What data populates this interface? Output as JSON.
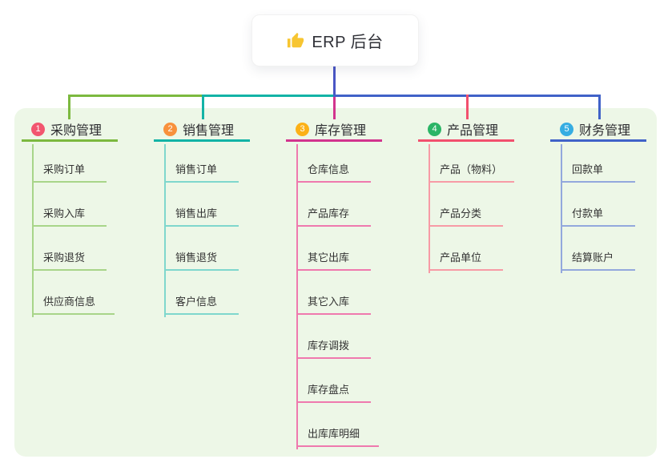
{
  "root": {
    "icon": "thumbs-up-icon",
    "label": "ERP 后台"
  },
  "branches": [
    {
      "badge": "1",
      "label": "采购管理",
      "accent": "#7cb93f",
      "child_accent": "#a8d589",
      "badge_color": "#f2566f",
      "children": [
        "采购订单",
        "采购入库",
        "采购退货",
        "供应商信息"
      ]
    },
    {
      "badge": "2",
      "label": "销售管理",
      "accent": "#13b3a6",
      "child_accent": "#7fd7cd",
      "badge_color": "#f8913c",
      "children": [
        "销售订单",
        "销售出库",
        "销售退货",
        "客户信息"
      ]
    },
    {
      "badge": "3",
      "label": "库存管理",
      "accent": "#d2348e",
      "child_accent": "#ef79ae",
      "badge_color": "#fcb117",
      "children": [
        "仓库信息",
        "产品库存",
        "其它出库",
        "其它入库",
        "库存调拨",
        "库存盘点",
        "出库库明细"
      ]
    },
    {
      "badge": "4",
      "label": "产品管理",
      "accent": "#f2506e",
      "child_accent": "#f79ba6",
      "badge_color": "#2bb566",
      "children": [
        "产品（物料）",
        "产品分类",
        "产品单位"
      ]
    },
    {
      "badge": "5",
      "label": "财务管理",
      "accent": "#4062c8",
      "child_accent": "#93a8dd",
      "badge_color": "#36ade2",
      "children": [
        "回款单",
        "付款单",
        "结算账户"
      ]
    }
  ],
  "colors": {
    "canvas_background": "#ffffff",
    "panel_background": "#edf7e7",
    "root_stem": "#4a56c5",
    "thumb_icon": "#f7c531"
  }
}
